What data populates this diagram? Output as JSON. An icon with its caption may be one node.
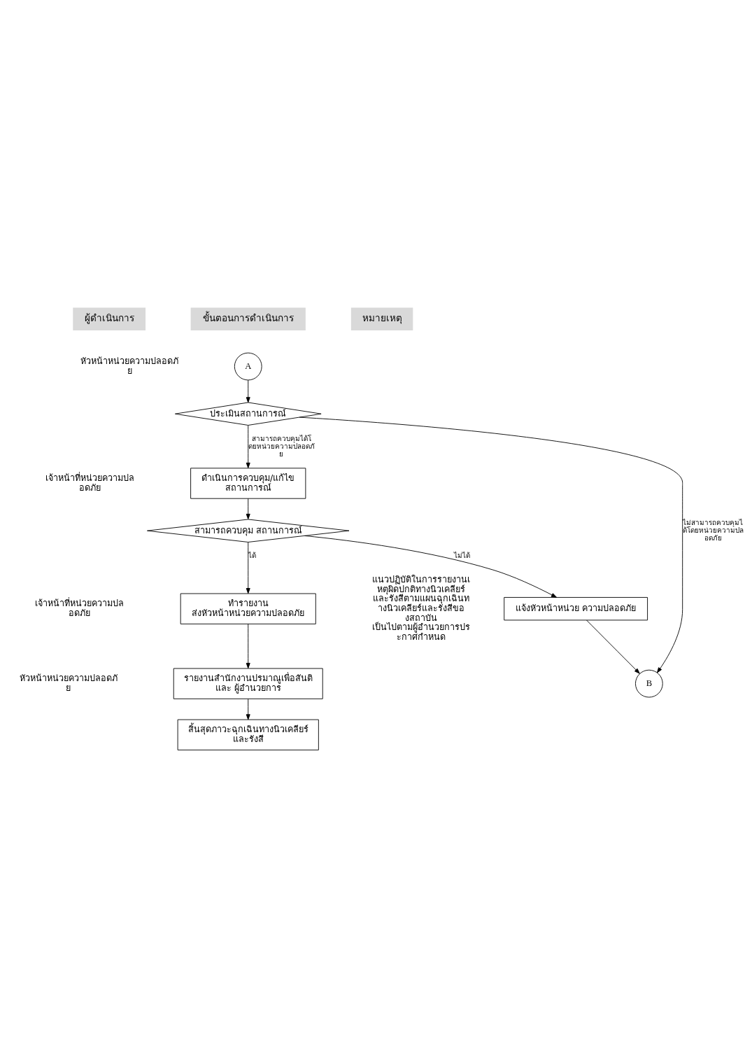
{
  "diagram": {
    "nodes": [
      {
        "text": [
          "A"
        ]
      },
      {
        "text": [
          "ประเมินสถานการณ์"
        ]
      },
      {
        "text": [
          "ดำเนินการควบคุม/แก้ไข สถานการณ์"
        ]
      },
      {
        "text": [
          "สามารถควบคุม สถานการณ์"
        ]
      },
      {
        "text": [
          "แจ้งหัวหน้าหน่วย ความปลอดภัย"
        ]
      },
      {
        "text": [
          "ทำรายงาน ส่งหัวหน้าหน่วยความปลอดภัย"
        ]
      },
      {
        "text": [
          "รายงานสำนักงานปรมาณูเพื่อสันติ และ ผู้อำนวยการ"
        ]
      },
      {
        "text": [
          "B"
        ]
      },
      {
        "text": [
          "สิ้นสุดภาวะฉุกเฉินทางนิวเคลียร์และรังสี"
        ]
      }
    ],
    "edges": [
      {
        "from": 0,
        "to": 1,
        "arrow": "to"
      },
      {
        "from": 1,
        "to": 2,
        "arrow": "to",
        "label": "สามารถควบคุมได้โดยหน่วยความปลอดภัย"
      },
      {
        "from": 1,
        "to": 7,
        "arrow": "to",
        "label": "ไม่สามารถควบคุมได้โดยหน่วยความปลอดภัย"
      },
      {
        "from": 2,
        "to": 3,
        "arrow": "to"
      },
      {
        "from": 3,
        "to": 4,
        "arrow": "to",
        "label": "ไม่ได้"
      },
      {
        "from": 3,
        "to": 5,
        "arrow": "to",
        "label": "ได้"
      },
      {
        "from": 4,
        "to": 7,
        "arrow": "to"
      },
      {
        "from": 5,
        "to": 6,
        "arrow": "to"
      },
      {
        "from": 6,
        "to": 8,
        "arrow": "to"
      }
    ],
    "labels": [
      "ผู้ดำเนินการ",
      "ขั้นตอนการดำเนินการ",
      "หมายเหตุ",
      "หัวหน้าหน่วยความปลอดภัย",
      "เจ้าหน้าที่หน่วยความปลอดภัย",
      "เจ้าหน้าที่หน่วยความปลอดภัย",
      "หัวหน้าหน่วยความปลอดภัย",
      "แนวปฏิบัติในการรายงานเหตุผิดปกติทางนิวเคลียร์และรังสีตามแผนฉุกเฉินทางนิวเคลียร์และรังสีของสถาบัน เป็นไปตามผู้อำนวยการประกาศกำหนด"
    ]
  }
}
